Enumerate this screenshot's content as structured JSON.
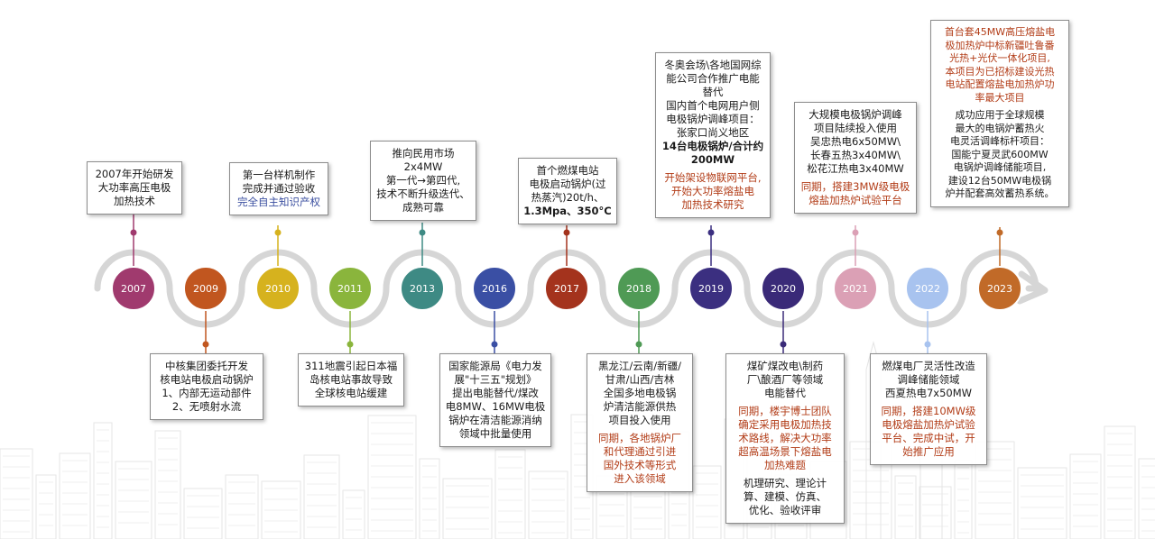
{
  "colors": {
    "red_text": "#b23c17",
    "blue_text": "#3b4fa0",
    "track": "#d6d6d6",
    "circles": {
      "2007": "#a03a6e",
      "2009": "#c1561f",
      "2010": "#d6b21e",
      "2011": "#8ab53c",
      "2013": "#3e8a84",
      "2016": "#3a4fa4",
      "2017": "#a4331d",
      "2018": "#4f9a55",
      "2019": "#3b2f80",
      "2020": "#3a2a78",
      "2021": "#dba0b5",
      "2022": "#a8c3ef",
      "2023": "#c16a28"
    }
  },
  "years": [
    "2007",
    "2009",
    "2010",
    "2011",
    "2013",
    "2016",
    "2017",
    "2018",
    "2019",
    "2020",
    "2021",
    "2022",
    "2023"
  ],
  "events": {
    "e2007": {
      "lines": [
        "2007年开始研发",
        "大功率高压电极",
        "加热技术"
      ]
    },
    "e2009": {
      "lines": [
        "中核集团委托开发",
        "核电站电极启动锅炉",
        "1、内部无运动部件",
        "2、无喷射水流"
      ]
    },
    "e2010": {
      "lines": [
        "第一台样机制作",
        "完成并通过验收"
      ],
      "blue": "完全自主知识产权"
    },
    "e2011": {
      "lines": [
        "311地震引起日本福",
        "岛核电站事故导致",
        "全球核电站缓建"
      ]
    },
    "e2013": {
      "lines": [
        "推向民用市场",
        "2x4MW",
        "第一代→第四代,",
        "技术不断升级迭代、",
        "成熟可靠"
      ]
    },
    "e2016": {
      "lines": [
        "国家能源局《电力发",
        "展\"十三五\"规划》",
        "提出电能替代/煤改",
        "电8MW、16MW电极",
        "锅炉在清洁能源消纳",
        "领域中批量使用"
      ]
    },
    "e2017": {
      "lines": [
        "首个燃煤电站",
        "电极启动锅炉(过",
        "热蒸汽)20t/h、",
        "1.3Mpa、350°C"
      ]
    },
    "e2018": {
      "lines": [
        "黑龙江/云南/新疆/",
        "甘肃/山西/吉林",
        "全国多地电极锅",
        "炉清洁能源供热",
        "项目投入使用"
      ],
      "red": [
        "同期，各地锅炉厂",
        "和代理通过引进",
        "国外技术等形式",
        "进入该领域"
      ]
    },
    "e2019": {
      "lines": [
        "冬奥会场\\各地国网综",
        "能公司合作推广电能",
        "替代",
        "国内首个电网用户侧",
        "电极锅炉调峰项目：",
        "张家口尚义地区"
      ],
      "bold": [
        "14台电极锅炉/合计约",
        "200MW"
      ],
      "red": [
        "开始架设物联网平台,",
        "开始大功率熔盐电",
        "加热技术研究"
      ]
    },
    "e2020": {
      "lines": [
        "煤矿煤改电\\制药",
        "厂\\酿酒厂等领域",
        "电能替代"
      ],
      "red": [
        "同期，楼宇博士团队",
        "确定采用电极加热技",
        "术路线，解决大功率",
        "超高温场景下熔盐电",
        "加热难题"
      ],
      "extra": [
        "机理研究、理论计",
        "算、建模、仿真、",
        "优化、验收评审"
      ]
    },
    "e2021": {
      "lines": [
        "大规模电极锅炉调峰",
        "项目陆续投入使用",
        "吴忠热电6x50MW\\",
        "长春五热3x40MW\\",
        "松花江热电3x40MW"
      ],
      "red": [
        "同期，搭建3MW级电极",
        "熔盐加热炉试验平台"
      ]
    },
    "e2022": {
      "lines": [
        "燃煤电厂灵活性改造",
        "调峰储能领域",
        "西夏热电7x50MW"
      ],
      "red": [
        "同期，搭建10MW级",
        "电极熔盐加热炉试验",
        "平台、完成中试，开",
        "始推广应用"
      ]
    },
    "e2023": {
      "red": [
        "首台套45MW高压熔盐电",
        "极加热炉中标新疆吐鲁番",
        "光热+光伏一体化项目,",
        "本项目为已招标建设光热",
        "电站配置熔盐电加热炉功",
        "率最大项目"
      ],
      "lines": [
        "成功应用于全球规模",
        "最大的电锅炉蓄热火",
        "电灵活调峰标杆项目：",
        "国能宁夏灵武600MW",
        "电锅炉调峰储能项目,",
        "建设12台50MW电极锅",
        "炉并配套高效蓄热系统。"
      ]
    }
  }
}
